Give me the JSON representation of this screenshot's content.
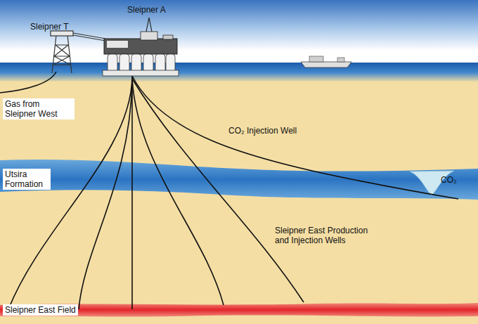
{
  "diagram": {
    "labels": [
      "Sleipner A",
      "Sleipner T",
      "Gas from Sleipner West",
      "CO₂ Injection Well",
      "CO₂",
      "Utsira Formation",
      "Sleipner East Production and Injection Wells",
      "Sleipner East Field"
    ]
  }
}
